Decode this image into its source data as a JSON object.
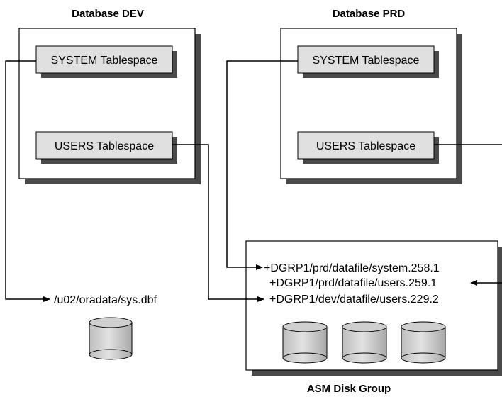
{
  "dev_db": {
    "title": "Database DEV",
    "system_tablespace": "SYSTEM Tablespace",
    "users_tablespace": "USERS Tablespace"
  },
  "prd_db": {
    "title": "Database PRD",
    "system_tablespace": "SYSTEM Tablespace",
    "users_tablespace": "USERS Tablespace"
  },
  "filesystem": {
    "file_path": "/u02/oradata/sys.dbf"
  },
  "asm": {
    "title": "ASM Disk Group",
    "files": [
      "+DGRP1/prd/datafile/system.258.1",
      "+DGRP1/prd/datafile/users.259.1",
      "+DGRP1/dev/datafile/users.229.2"
    ]
  }
}
